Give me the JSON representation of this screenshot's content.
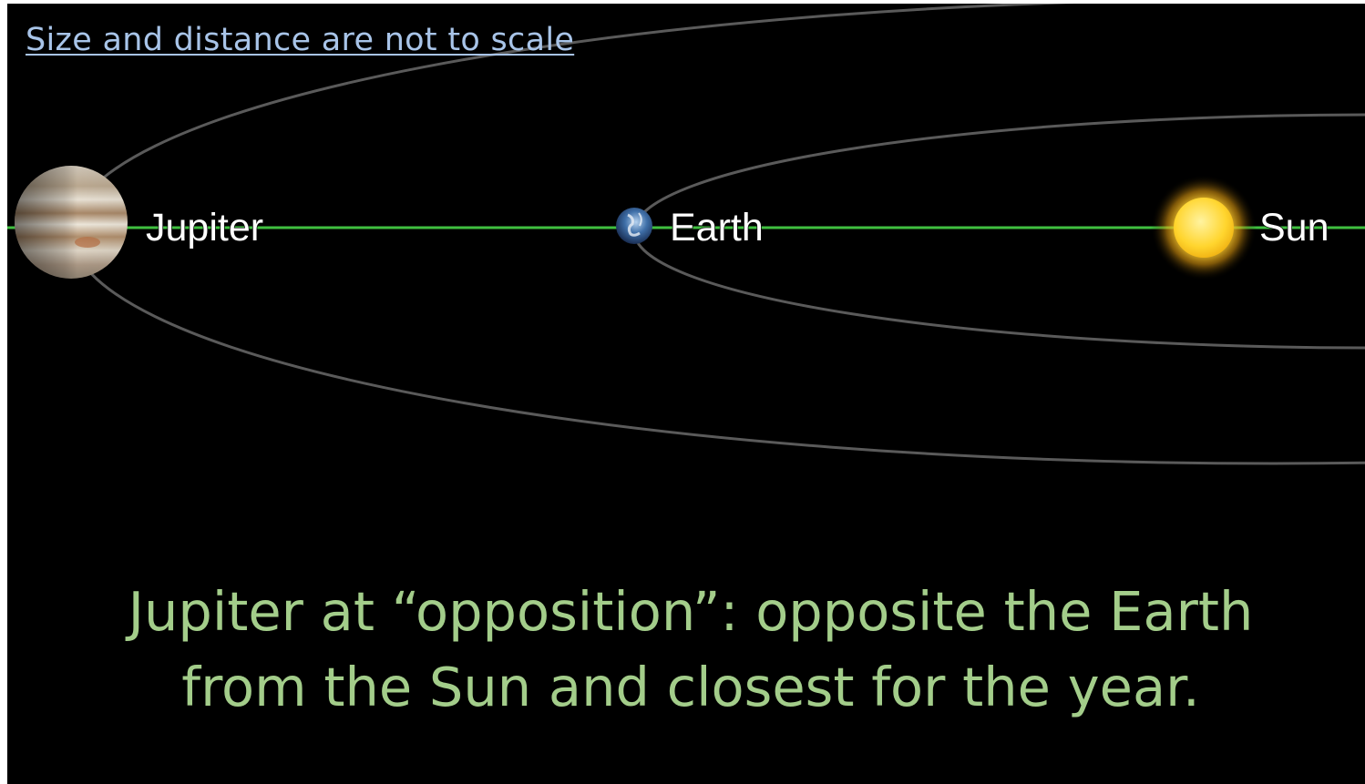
{
  "note": {
    "text": "Size and distance are not to scale",
    "color": "#a8c4e8"
  },
  "diagram": {
    "bodies": [
      {
        "id": "jupiter",
        "label": "Jupiter"
      },
      {
        "id": "earth",
        "label": "Earth"
      },
      {
        "id": "sun",
        "label": "Sun"
      }
    ],
    "alignment_line_color": "#3fbf3f",
    "orbit_color": "#5a5a5a",
    "sun_color": "#ffd93a",
    "background": "#000000"
  },
  "caption": {
    "line1": "Jupiter at “opposition”: opposite the Earth",
    "line2": "from the Sun and closest for the year.",
    "color": "#a3cd8a"
  }
}
